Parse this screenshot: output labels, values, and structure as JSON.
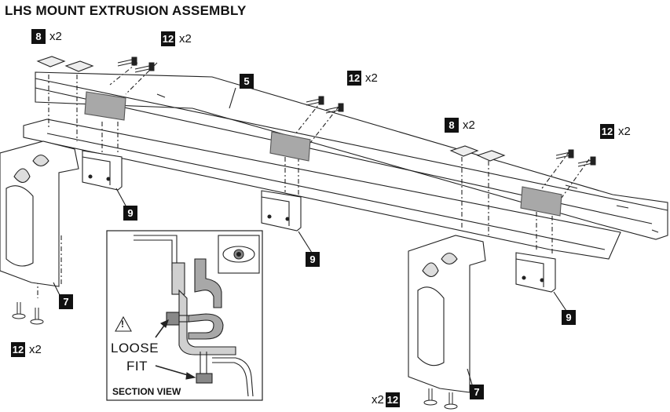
{
  "title": "LHS MOUNT EXTRUSION ASSEMBLY",
  "callouts": {
    "c8a": {
      "num": "8",
      "qty": "x2"
    },
    "c12a": {
      "num": "12",
      "qty": "x2"
    },
    "c5": {
      "num": "5"
    },
    "c12b": {
      "num": "12",
      "qty": "x2"
    },
    "c8b": {
      "num": "8",
      "qty": "x2"
    },
    "c12c": {
      "num": "12",
      "qty": "x2"
    },
    "c9a": {
      "num": "9"
    },
    "c9b": {
      "num": "9"
    },
    "c9c": {
      "num": "9"
    },
    "c7a": {
      "num": "7"
    },
    "c7b": {
      "num": "7"
    },
    "c12d": {
      "num": "12",
      "qty": "x2"
    },
    "c12e": {
      "num": "12",
      "qty": "x2"
    }
  },
  "section_view": {
    "title": "SECTION VIEW",
    "loose": "LOOSE",
    "fit": "FIT",
    "warning_symbol": "!",
    "icons": [
      "eye-icon",
      "warning-triangle-icon"
    ]
  },
  "colors": {
    "ink": "#111111",
    "badge_bg": "#111111",
    "badge_text": "#ffffff",
    "part_gray": "#a8a8a8"
  }
}
